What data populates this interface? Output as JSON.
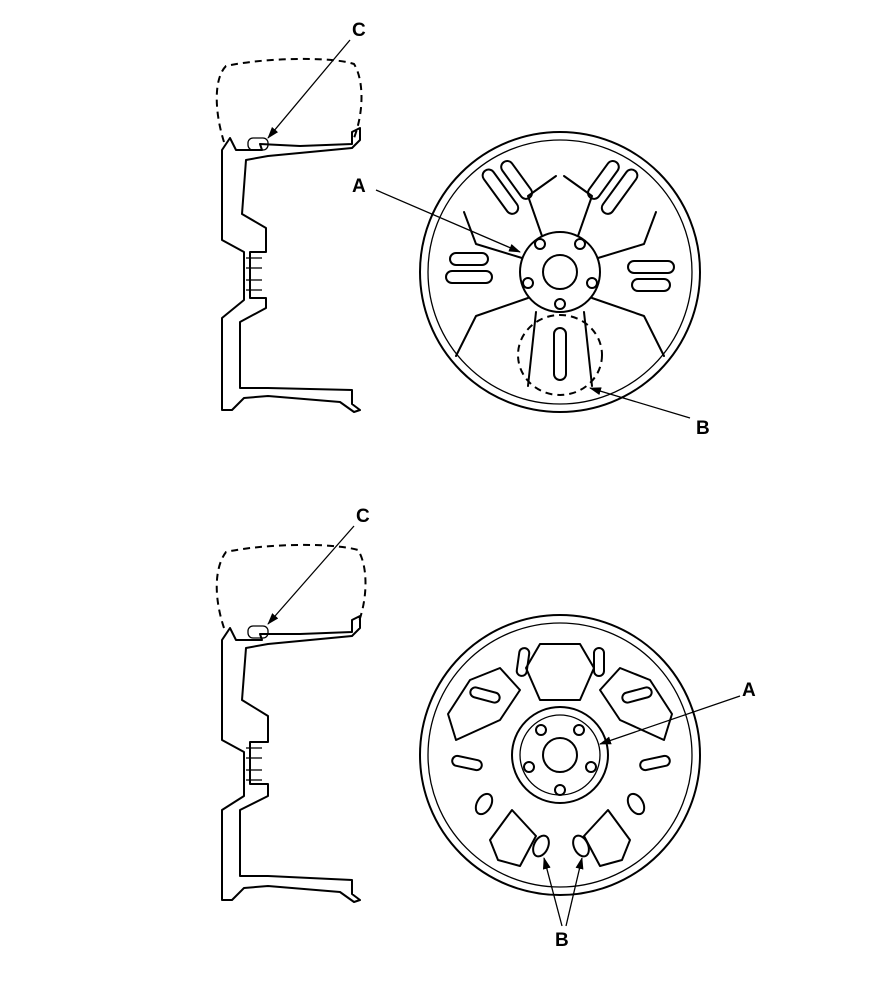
{
  "callouts": {
    "upper": {
      "side_c": "C",
      "front_a": "A",
      "front_b": "B"
    },
    "lower": {
      "side_c": "C",
      "front_a": "A",
      "front_b": "B"
    }
  }
}
